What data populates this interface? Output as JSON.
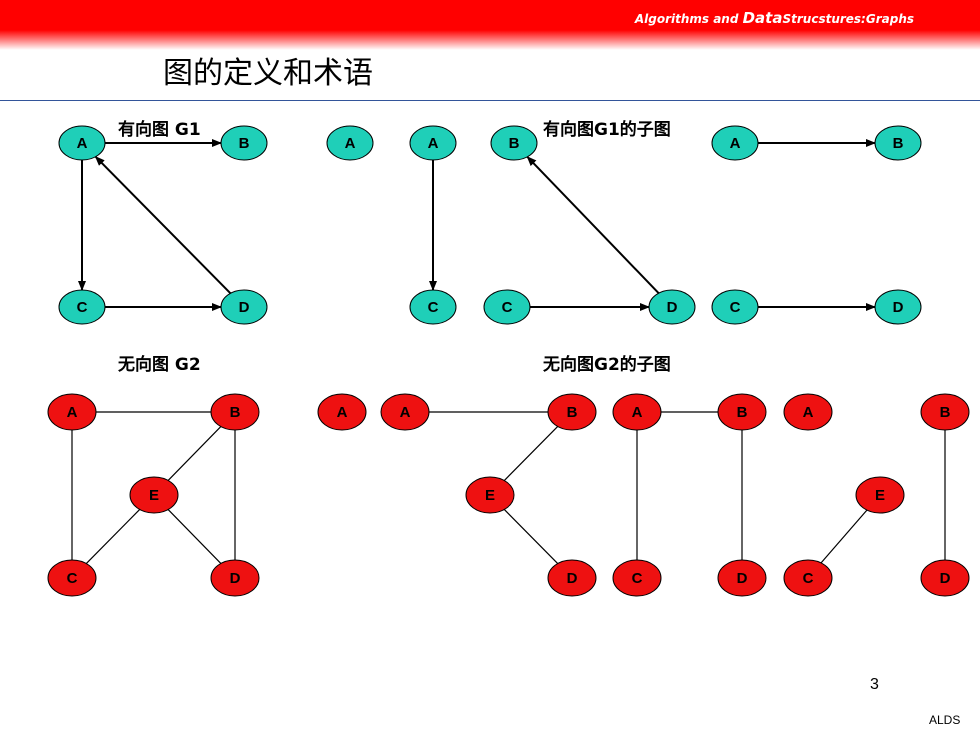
{
  "header": {
    "text_a": "Algorithms and ",
    "text_b": "Data",
    "text_c": "Strucstures:Graphs"
  },
  "title": "图的定义和术语",
  "labels": {
    "g1": "有向图 G1",
    "g1_sub": "有向图G1的子图",
    "g2": "无向图 G2",
    "g2_sub": "无向图G2的子图"
  },
  "page_number": "3",
  "footer": "ALDS",
  "colors": {
    "header": "#ff0000",
    "directed_node": "#1fcfb8",
    "undirected_node": "#ee1111",
    "rule": "#33559a"
  },
  "graphs": {
    "directed": [
      {
        "name": "g1",
        "nodes": [
          "A",
          "B",
          "C",
          "D"
        ],
        "edges": [
          [
            "A",
            "B"
          ],
          [
            "A",
            "C"
          ],
          [
            "C",
            "D"
          ],
          [
            "D",
            "A"
          ]
        ]
      },
      {
        "name": "g1-sub-1",
        "nodes": [
          "A"
        ],
        "edges": []
      },
      {
        "name": "g1-sub-2",
        "nodes": [
          "A",
          "C"
        ],
        "edges": [
          [
            "A",
            "C"
          ]
        ]
      },
      {
        "name": "g1-sub-3",
        "nodes": [
          "B",
          "C",
          "D"
        ],
        "edges": [
          [
            "C",
            "D"
          ],
          [
            "D",
            "B"
          ]
        ]
      },
      {
        "name": "g1-sub-4",
        "nodes": [
          "A",
          "B",
          "C",
          "D"
        ],
        "edges": [
          [
            "A",
            "B"
          ],
          [
            "C",
            "D"
          ]
        ]
      }
    ],
    "undirected": [
      {
        "name": "g2",
        "nodes": [
          "A",
          "B",
          "E",
          "C",
          "D"
        ],
        "edges": [
          [
            "A",
            "B"
          ],
          [
            "A",
            "C"
          ],
          [
            "B",
            "D"
          ],
          [
            "B",
            "E"
          ],
          [
            "E",
            "C"
          ],
          [
            "E",
            "D"
          ]
        ]
      },
      {
        "name": "g2-sub-1",
        "nodes": [
          "A"
        ],
        "edges": []
      },
      {
        "name": "g2-sub-2",
        "nodes": [
          "A",
          "B",
          "E",
          "D"
        ],
        "edges": [
          [
            "A",
            "B"
          ],
          [
            "B",
            "E"
          ],
          [
            "E",
            "D"
          ]
        ]
      },
      {
        "name": "g2-sub-3",
        "nodes": [
          "A",
          "B",
          "C",
          "D"
        ],
        "edges": [
          [
            "A",
            "B"
          ],
          [
            "A",
            "C"
          ],
          [
            "B",
            "D"
          ]
        ]
      },
      {
        "name": "g2-sub-4",
        "nodes": [
          "A",
          "B",
          "E",
          "C",
          "D"
        ],
        "edges": [
          [
            "E",
            "C"
          ],
          [
            "B",
            "D"
          ]
        ]
      }
    ]
  }
}
